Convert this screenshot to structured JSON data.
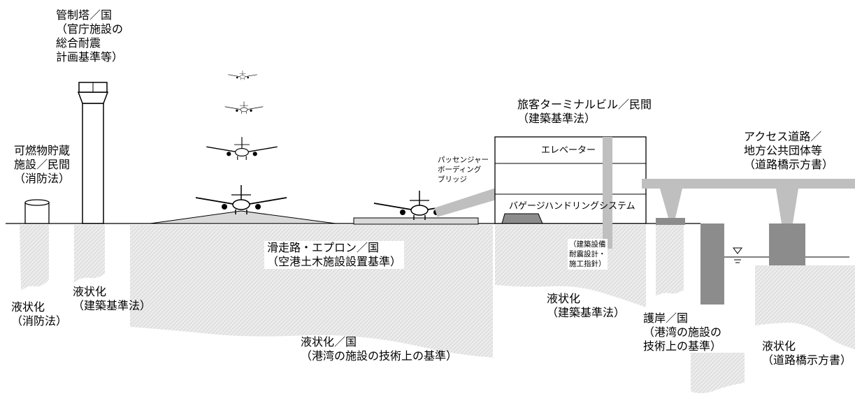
{
  "labels": {
    "control_tower": "管制塔／国\n（官庁施設の\n総合耐震\n計画基準等）",
    "fuel_storage": "可燃物貯蔵\n施設／民間\n（消防法）",
    "liq_fire_law": "液状化\n（消防法）",
    "liq_building_law_left": "液状化\n（建築基準法）",
    "runway_apron": "滑走路・エプロン／国\n（空港土木施設設置基準）",
    "liq_port_standards": "液状化／国\n（港湾の施設の技術上の基準）",
    "passenger_boarding_bridge": "パッセンジャー\nボーディング\nブリッジ",
    "terminal_building": "旅客ターミナルビル／民間\n（建築基準法）",
    "elevator": "エレベーター",
    "baggage_handling": "バゲージハンドリングシステム",
    "building_equipment_guideline": "（建築設備\n耐震設計・\n施工指針）",
    "liq_building_law_right": "液状化\n（建築基準法）",
    "access_road": "アクセス道路／\n地方公共団体等\n（道路橋示方書）",
    "revetment": "護岸／国\n（港湾の施設の\n技術上の基準）",
    "liq_road_bridge": "液状化\n（道路橋示方書）"
  },
  "colors": {
    "hatch_light": "#e6e6e6",
    "hatch_line": "#cccccc",
    "structure_gray": "#bfbfbf",
    "dark_gray": "#8c8c8c",
    "line": "#000000"
  },
  "icons": [
    "airplane-icon",
    "water-level-icon"
  ]
}
